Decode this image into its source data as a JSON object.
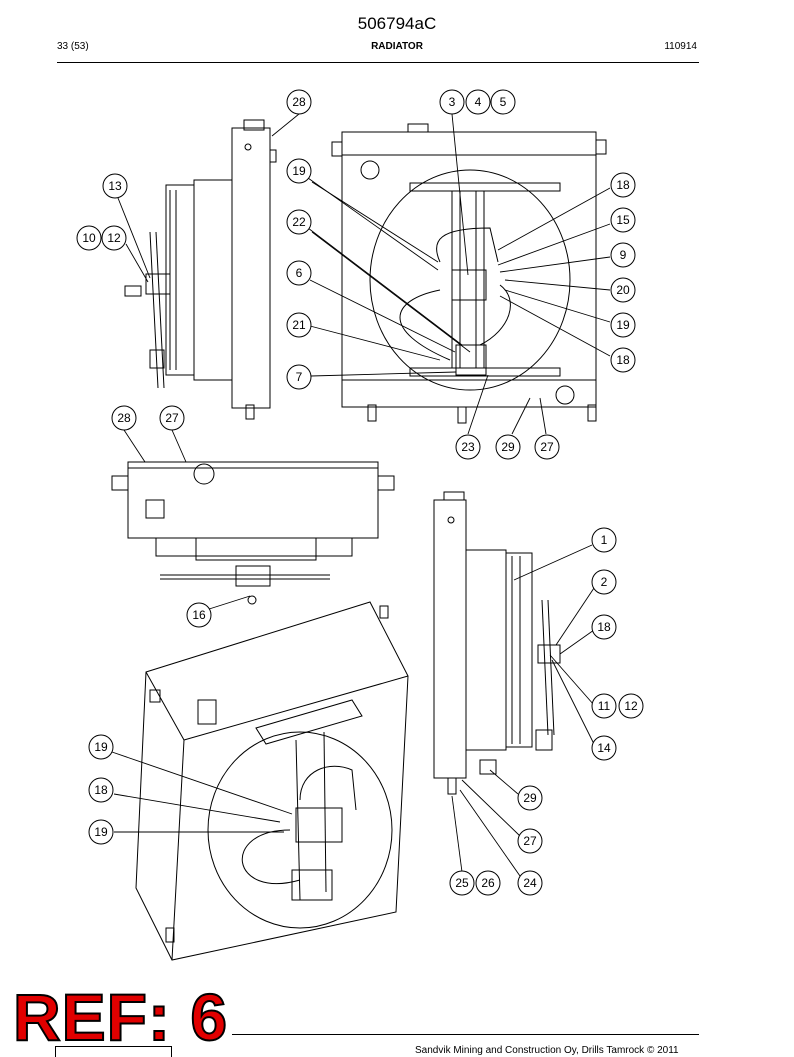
{
  "header": {
    "doc_id": "506794aC",
    "page": "33 (53)",
    "title": "RADIATOR",
    "date": "110914"
  },
  "callouts": [
    {
      "n": "28"
    },
    {
      "n": "3"
    },
    {
      "n": "4"
    },
    {
      "n": "5"
    },
    {
      "n": "13"
    },
    {
      "n": "19"
    },
    {
      "n": "18"
    },
    {
      "n": "10"
    },
    {
      "n": "12"
    },
    {
      "n": "22"
    },
    {
      "n": "15"
    },
    {
      "n": "9"
    },
    {
      "n": "6"
    },
    {
      "n": "20"
    },
    {
      "n": "21"
    },
    {
      "n": "19"
    },
    {
      "n": "18"
    },
    {
      "n": "7"
    },
    {
      "n": "28"
    },
    {
      "n": "27"
    },
    {
      "n": "23"
    },
    {
      "n": "29"
    },
    {
      "n": "27"
    },
    {
      "n": "1"
    },
    {
      "n": "2"
    },
    {
      "n": "16"
    },
    {
      "n": "18"
    },
    {
      "n": "11"
    },
    {
      "n": "12"
    },
    {
      "n": "14"
    },
    {
      "n": "19"
    },
    {
      "n": "29"
    },
    {
      "n": "18"
    },
    {
      "n": "27"
    },
    {
      "n": "19"
    },
    {
      "n": "25"
    },
    {
      "n": "26"
    },
    {
      "n": "24"
    }
  ],
  "stamp": "REF: 6",
  "footer": "Sandvik Mining and Construction Oy, Drills Tamrock © 2011"
}
